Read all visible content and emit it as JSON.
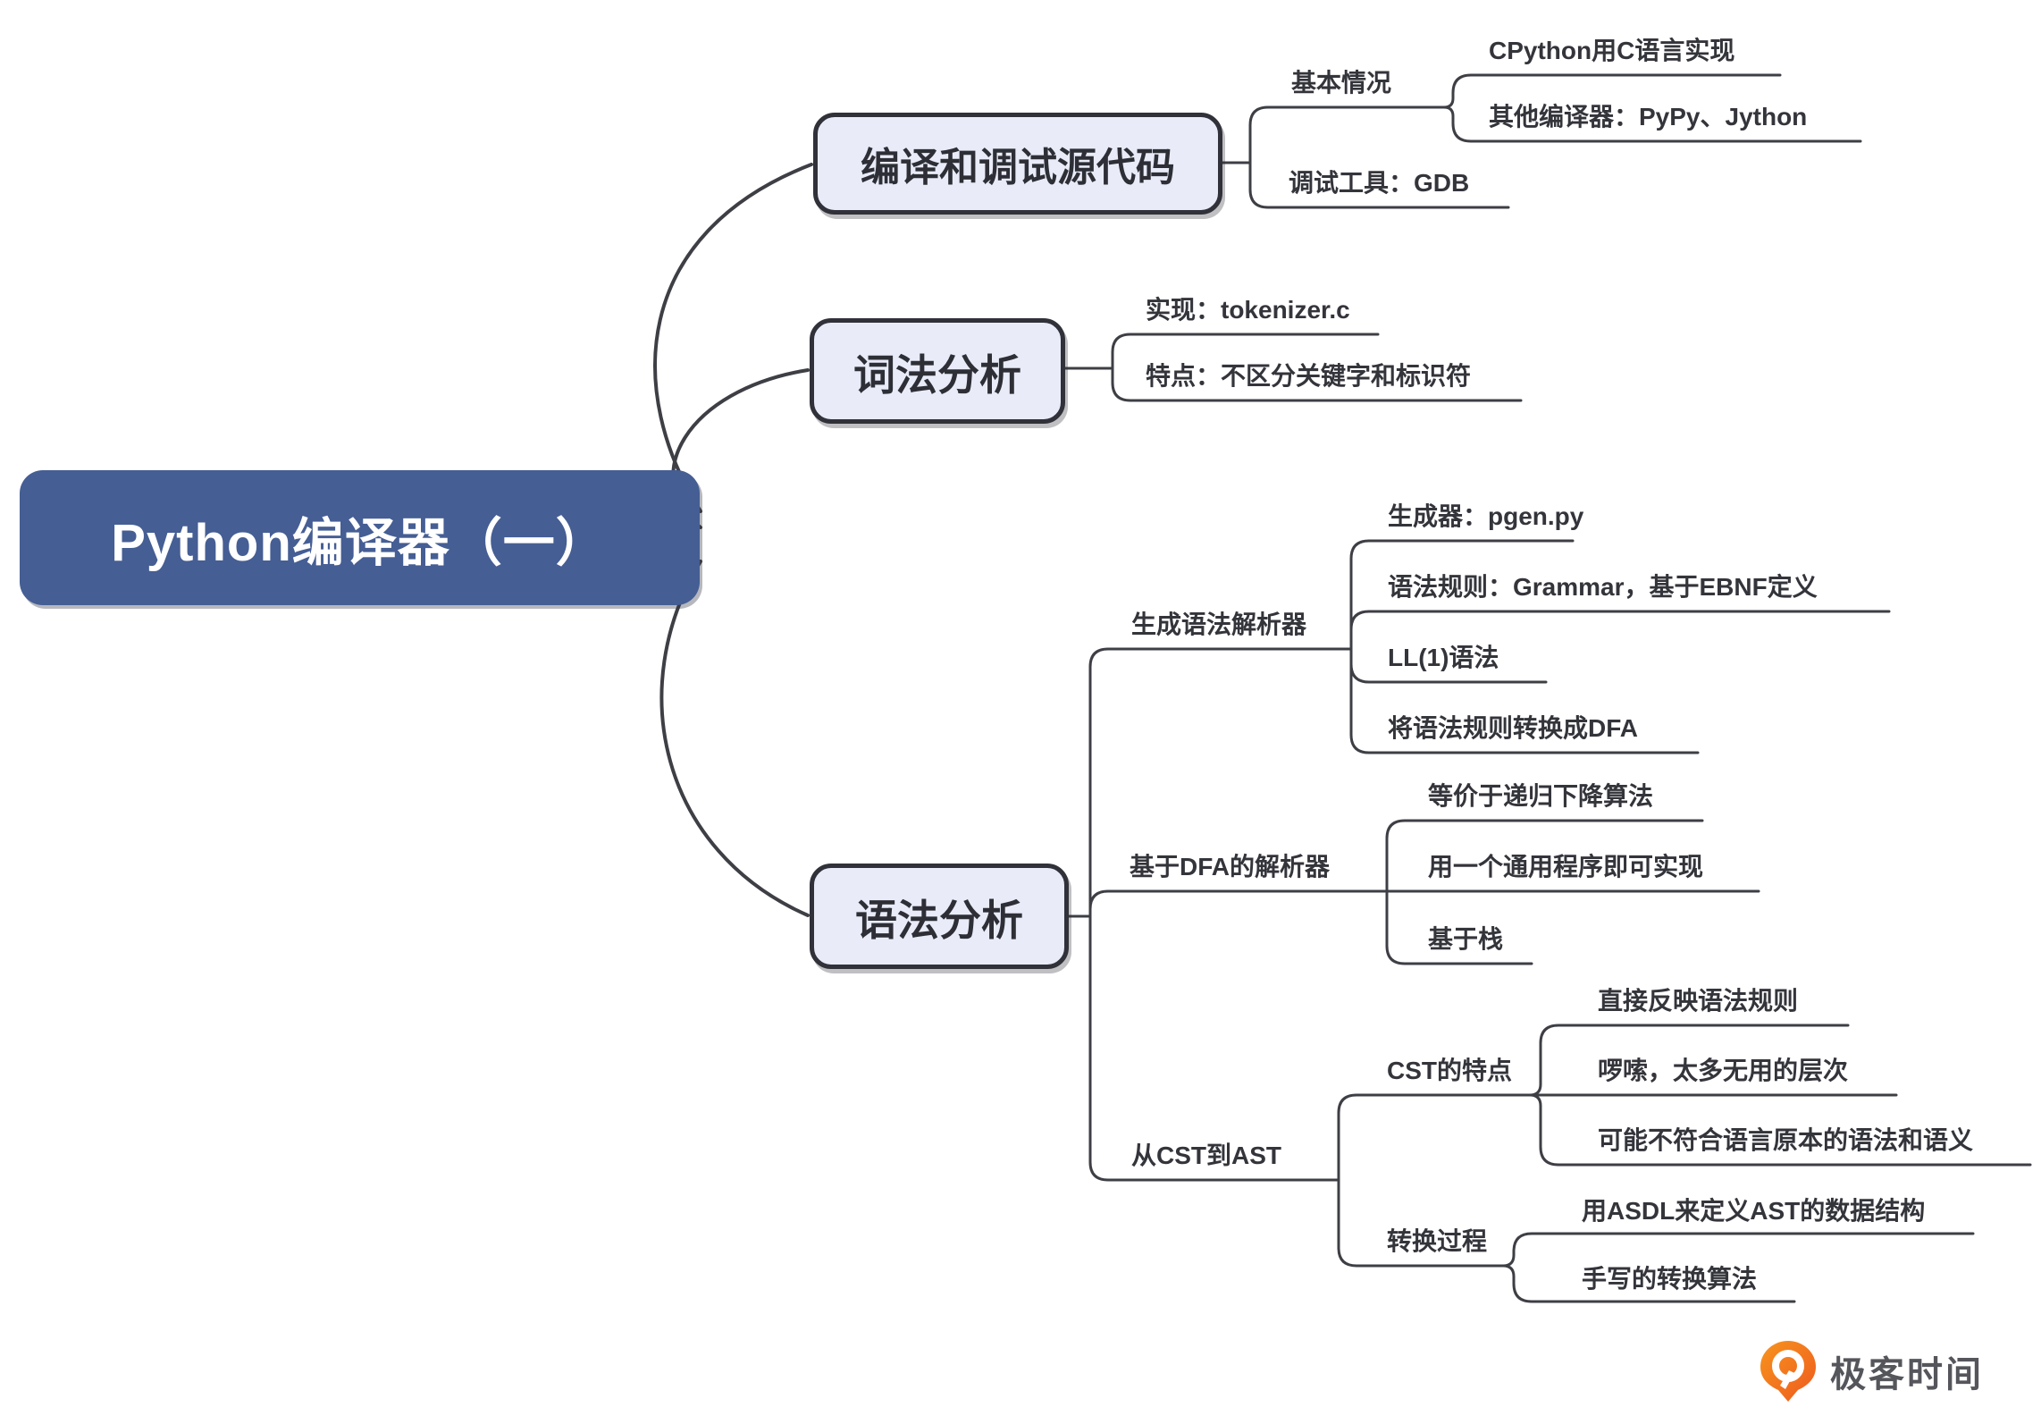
{
  "root": {
    "label": "Python编译器（一）"
  },
  "branches": [
    {
      "label": "编译和调试源代码",
      "children": [
        {
          "label": "基本情况",
          "children": [
            {
              "label": "CPython用C语言实现"
            },
            {
              "label": "其他编译器：PyPy、Jython"
            }
          ]
        },
        {
          "label": "调试工具：GDB"
        }
      ]
    },
    {
      "label": "词法分析",
      "children": [
        {
          "label": "实现：tokenizer.c"
        },
        {
          "label": "特点：不区分关键字和标识符"
        }
      ]
    },
    {
      "label": "语法分析",
      "children": [
        {
          "label": "生成语法解析器",
          "children": [
            {
              "label": "生成器：pgen.py"
            },
            {
              "label": "语法规则：Grammar，基于EBNF定义"
            },
            {
              "label": "LL(1)语法"
            },
            {
              "label": "将语法规则转换成DFA"
            }
          ]
        },
        {
          "label": "基于DFA的解析器",
          "children": [
            {
              "label": "等价于递归下降算法"
            },
            {
              "label": "用一个通用程序即可实现"
            },
            {
              "label": "基于栈"
            }
          ]
        },
        {
          "label": "从CST到AST",
          "children": [
            {
              "label": "CST的特点",
              "children": [
                {
                  "label": "直接反映语法规则"
                },
                {
                  "label": "啰嗦，太多无用的层次"
                },
                {
                  "label": "可能不符合语言原本的语法和语义"
                }
              ]
            },
            {
              "label": "转换过程",
              "children": [
                {
                  "label": "用ASDL来定义AST的数据结构"
                },
                {
                  "label": "手写的转换算法"
                }
              ]
            }
          ]
        }
      ]
    }
  ],
  "watermark": {
    "brand": "极客时间"
  },
  "colors": {
    "root_fill": "#455E94",
    "root_text": "#FFFFFF",
    "topic_fill": "#E9ECF8",
    "topic_border": "#303139",
    "connector_line": "#3E3F45",
    "leaf_text": "#34353B",
    "brand_orange": "#EE6A1F",
    "brand_text": "#55565C"
  }
}
